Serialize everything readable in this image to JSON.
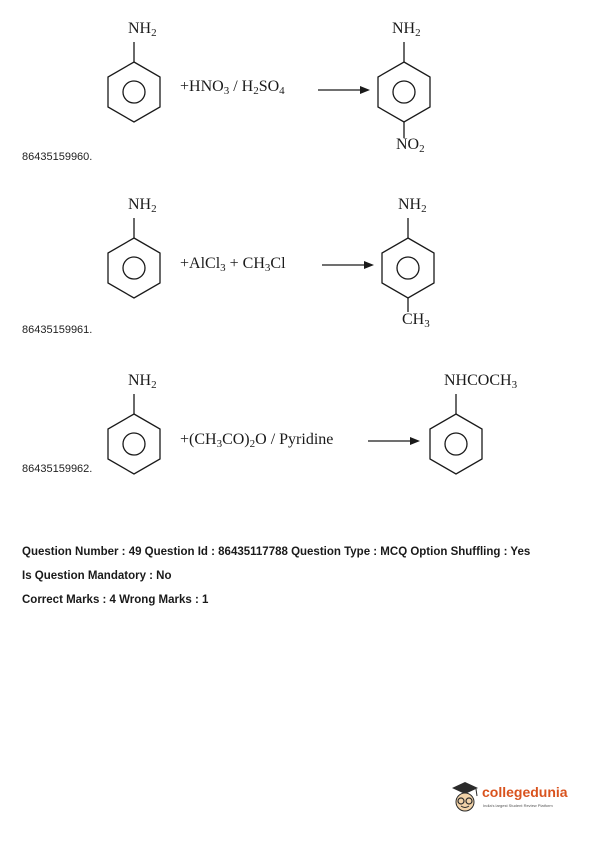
{
  "options": [
    {
      "id_label": "86435159960.",
      "reactant_group": [
        "NH",
        "2"
      ],
      "reagent": [
        "+HNO",
        "3",
        " / H",
        "2",
        "SO",
        "4"
      ],
      "product_top": [
        "NH",
        "2"
      ],
      "product_bottom": [
        "NO",
        "2"
      ]
    },
    {
      "id_label": "86435159961.",
      "reactant_group": [
        "NH",
        "2"
      ],
      "reagent": [
        "+AlCl",
        "3",
        " + CH",
        "3",
        "Cl"
      ],
      "product_top": [
        "NH",
        "2"
      ],
      "product_bottom": [
        "CH",
        "3"
      ]
    },
    {
      "id_label": "86435159962.",
      "reactant_group": [
        "NH",
        "2"
      ],
      "reagent": [
        "+(CH",
        "3",
        "CO)",
        "2",
        "O / Pyridine"
      ],
      "product_top": [
        "NHCOCH",
        "3"
      ],
      "product_bottom": []
    }
  ],
  "question_meta": {
    "line1": "Question Number : 49 Question Id : 86435117788 Question Type : MCQ Option Shuffling : Yes",
    "line2": "Is Question Mandatory : No",
    "line3": "Correct Marks : 4 Wrong Marks : 1"
  },
  "logo": {
    "brand": "collegedunia",
    "tagline": "India's largest Student Review Platform",
    "brand_color": "#d9531e"
  }
}
